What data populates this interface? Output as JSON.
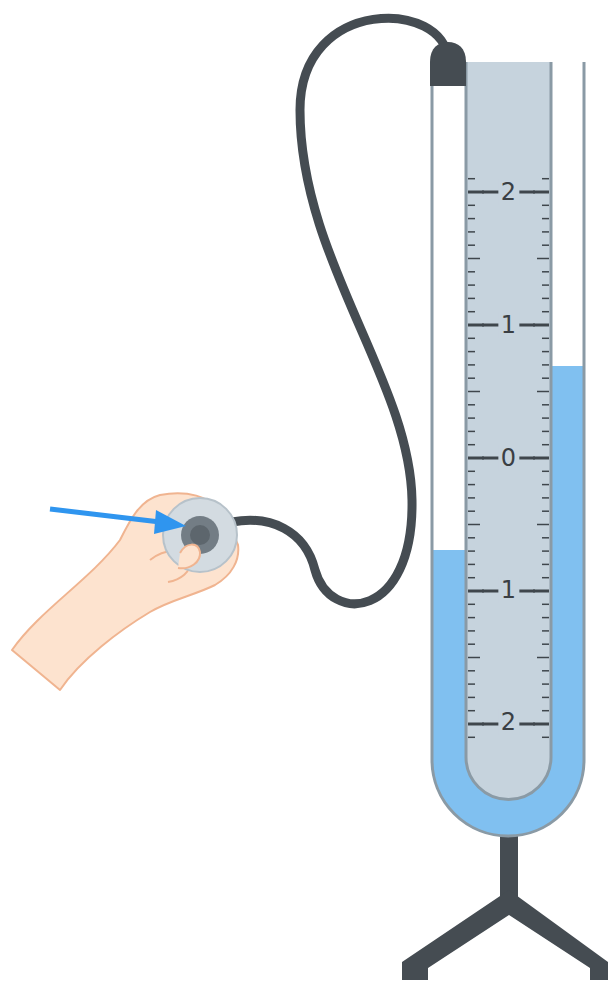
{
  "diagram": {
    "labels": [
      "2",
      "1",
      "0",
      "1",
      "2"
    ]
  }
}
